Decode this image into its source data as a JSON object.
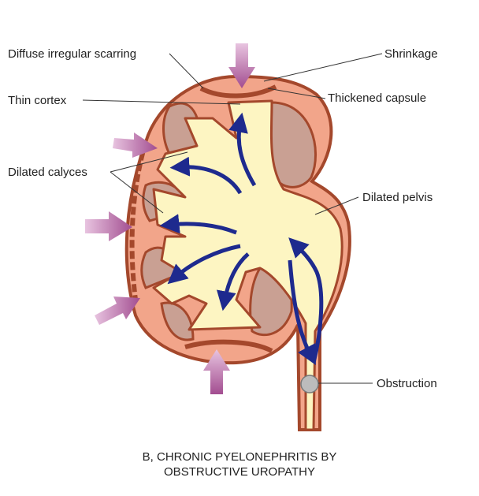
{
  "labels": {
    "diffuse_scarring": "Diffuse irregular scarring",
    "shrinkage": "Shrinkage",
    "thin_cortex": "Thin cortex",
    "thickened_capsule": "Thickened capsule",
    "dilated_calyces": "Dilated calyces",
    "dilated_pelvis": "Dilated pelvis",
    "obstruction": "Obstruction"
  },
  "caption": {
    "line1": "B, CHRONIC PYELONEPHRITIS BY",
    "line2": "OBSTRUCTIVE UROPATHY"
  },
  "colors": {
    "cortex": "#f2a58a",
    "outline": "#a4482c",
    "medulla": "#c9a093",
    "pelvis": "#fdf5c2",
    "flow_arrow": "#1e2a8e",
    "pressure_arrow": "#b45c9f"
  }
}
